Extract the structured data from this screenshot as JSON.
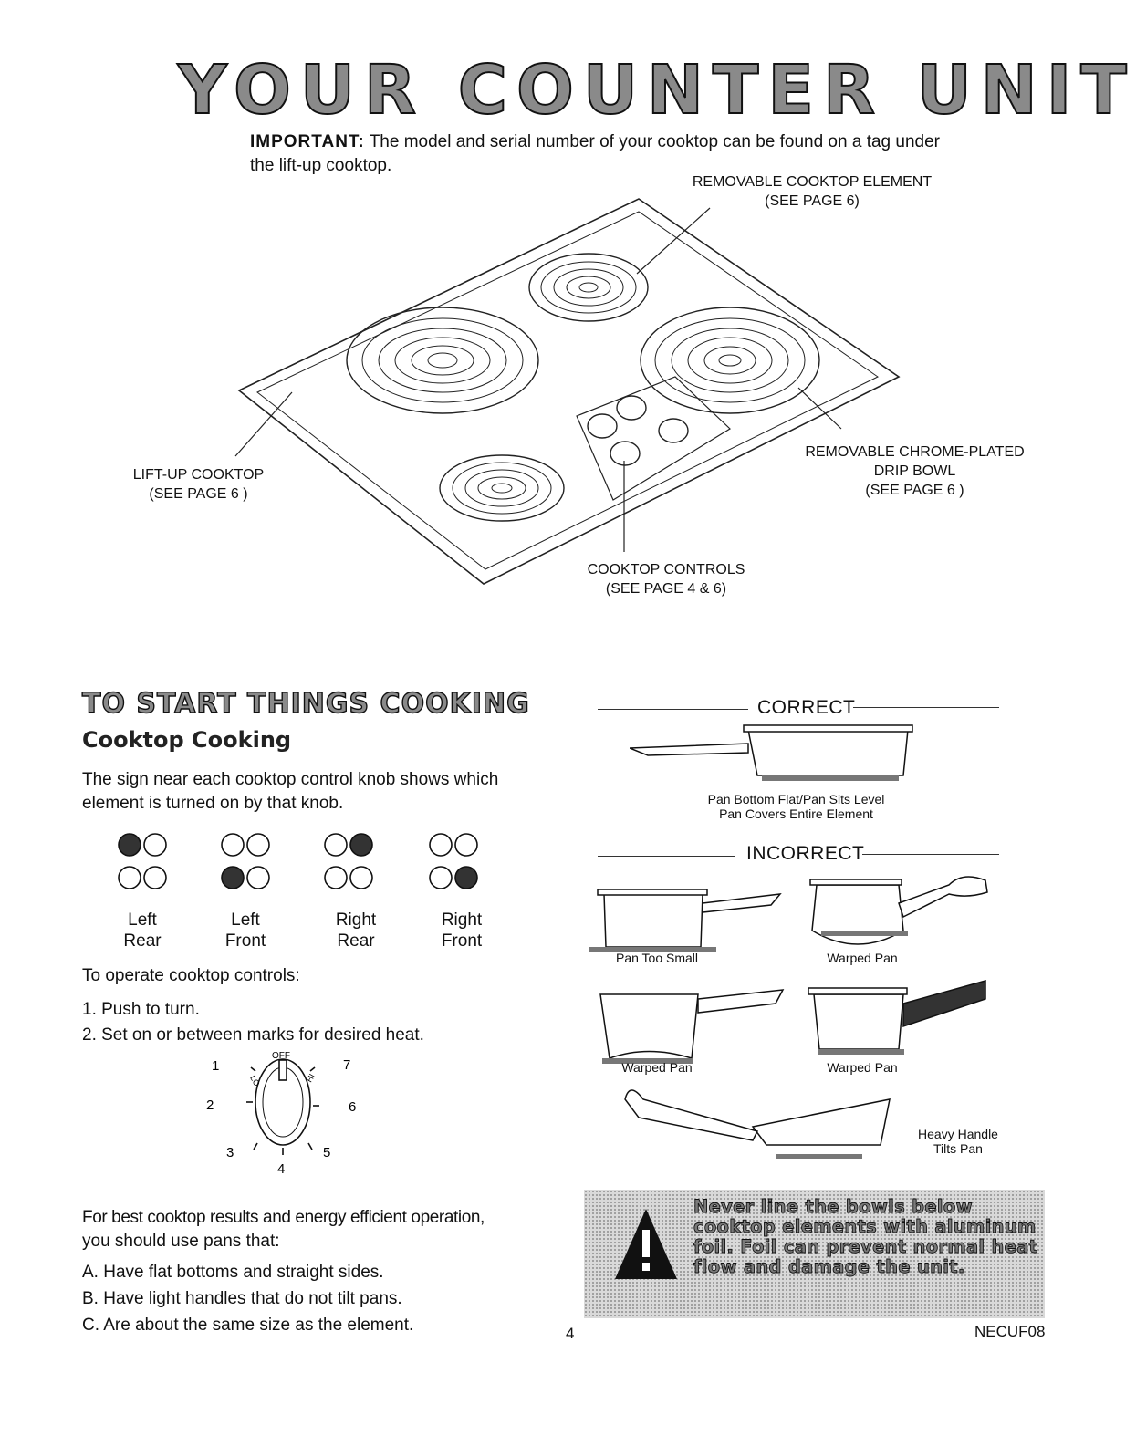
{
  "header": {
    "title": "YOUR COUNTER UNIT",
    "important_label": "IMPORTANT:",
    "important_text": "The model and serial number of your cooktop can be found on a tag under the lift-up cooktop."
  },
  "diagram": {
    "callout_element_line1": "REMOVABLE COOKTOP ELEMENT",
    "callout_element_line2": "(SEE PAGE 6)",
    "callout_liftup_line1": "LIFT-UP COOKTOP",
    "callout_liftup_line2": "(SEE PAGE 6 )",
    "callout_drip_line1": "REMOVABLE CHROME-PLATED",
    "callout_drip_line2": "DRIP BOWL",
    "callout_drip_line3": "(SEE PAGE 6 )",
    "callout_controls_line1": "COOKTOP CONTROLS",
    "callout_controls_line2": "(SEE PAGE 4 & 6)"
  },
  "section": {
    "title": "TO START THINGS COOKING",
    "subtitle": "Cooktop Cooking",
    "intro": "The sign near each cooktop control knob shows which element is turned on by that knob.",
    "knobs": [
      {
        "line1": "Left",
        "line2": "Rear"
      },
      {
        "line1": "Left",
        "line2": "Front"
      },
      {
        "line1": "Right",
        "line2": "Rear"
      },
      {
        "line1": "Right",
        "line2": "Front"
      }
    ],
    "operate_heading": "To operate cooktop controls:",
    "steps": [
      "1.  Push to turn.",
      "2.  Set on or between marks for desired heat."
    ],
    "dial": {
      "off": "OFF",
      "lo": "LO",
      "hi": "HI",
      "n1": "1",
      "n2": "2",
      "n3": "3",
      "n4": "4",
      "n5": "5",
      "n6": "6",
      "n7": "7"
    },
    "pans_intro_line1": "For best cooktop results and energy efficient operation,",
    "pans_intro_line2": "you should use pans that:",
    "pan_rules": [
      "A.  Have flat bottoms and straight sides.",
      "B.  Have light handles that do not tilt pans.",
      "C.  Are about the same size as the element."
    ]
  },
  "pans": {
    "correct_label": "CORRECT",
    "correct_caption_line1": "Pan Bottom Flat/Pan Sits Level",
    "correct_caption_line2": "Pan Covers Entire Element",
    "incorrect_label": "INCORRECT",
    "captions": [
      "Pan Too Small",
      "Warped Pan",
      "Warped Pan",
      "Warped Pan"
    ],
    "heavy_line1": "Heavy Handle",
    "heavy_line2": "Tilts Pan"
  },
  "warning": {
    "text": "Never line the bowls below cooktop elements with aluminum foil. Foil can prevent normal heat flow and damage the unit."
  },
  "footer": {
    "page_number": "4",
    "doc_code": "NECUF08"
  }
}
